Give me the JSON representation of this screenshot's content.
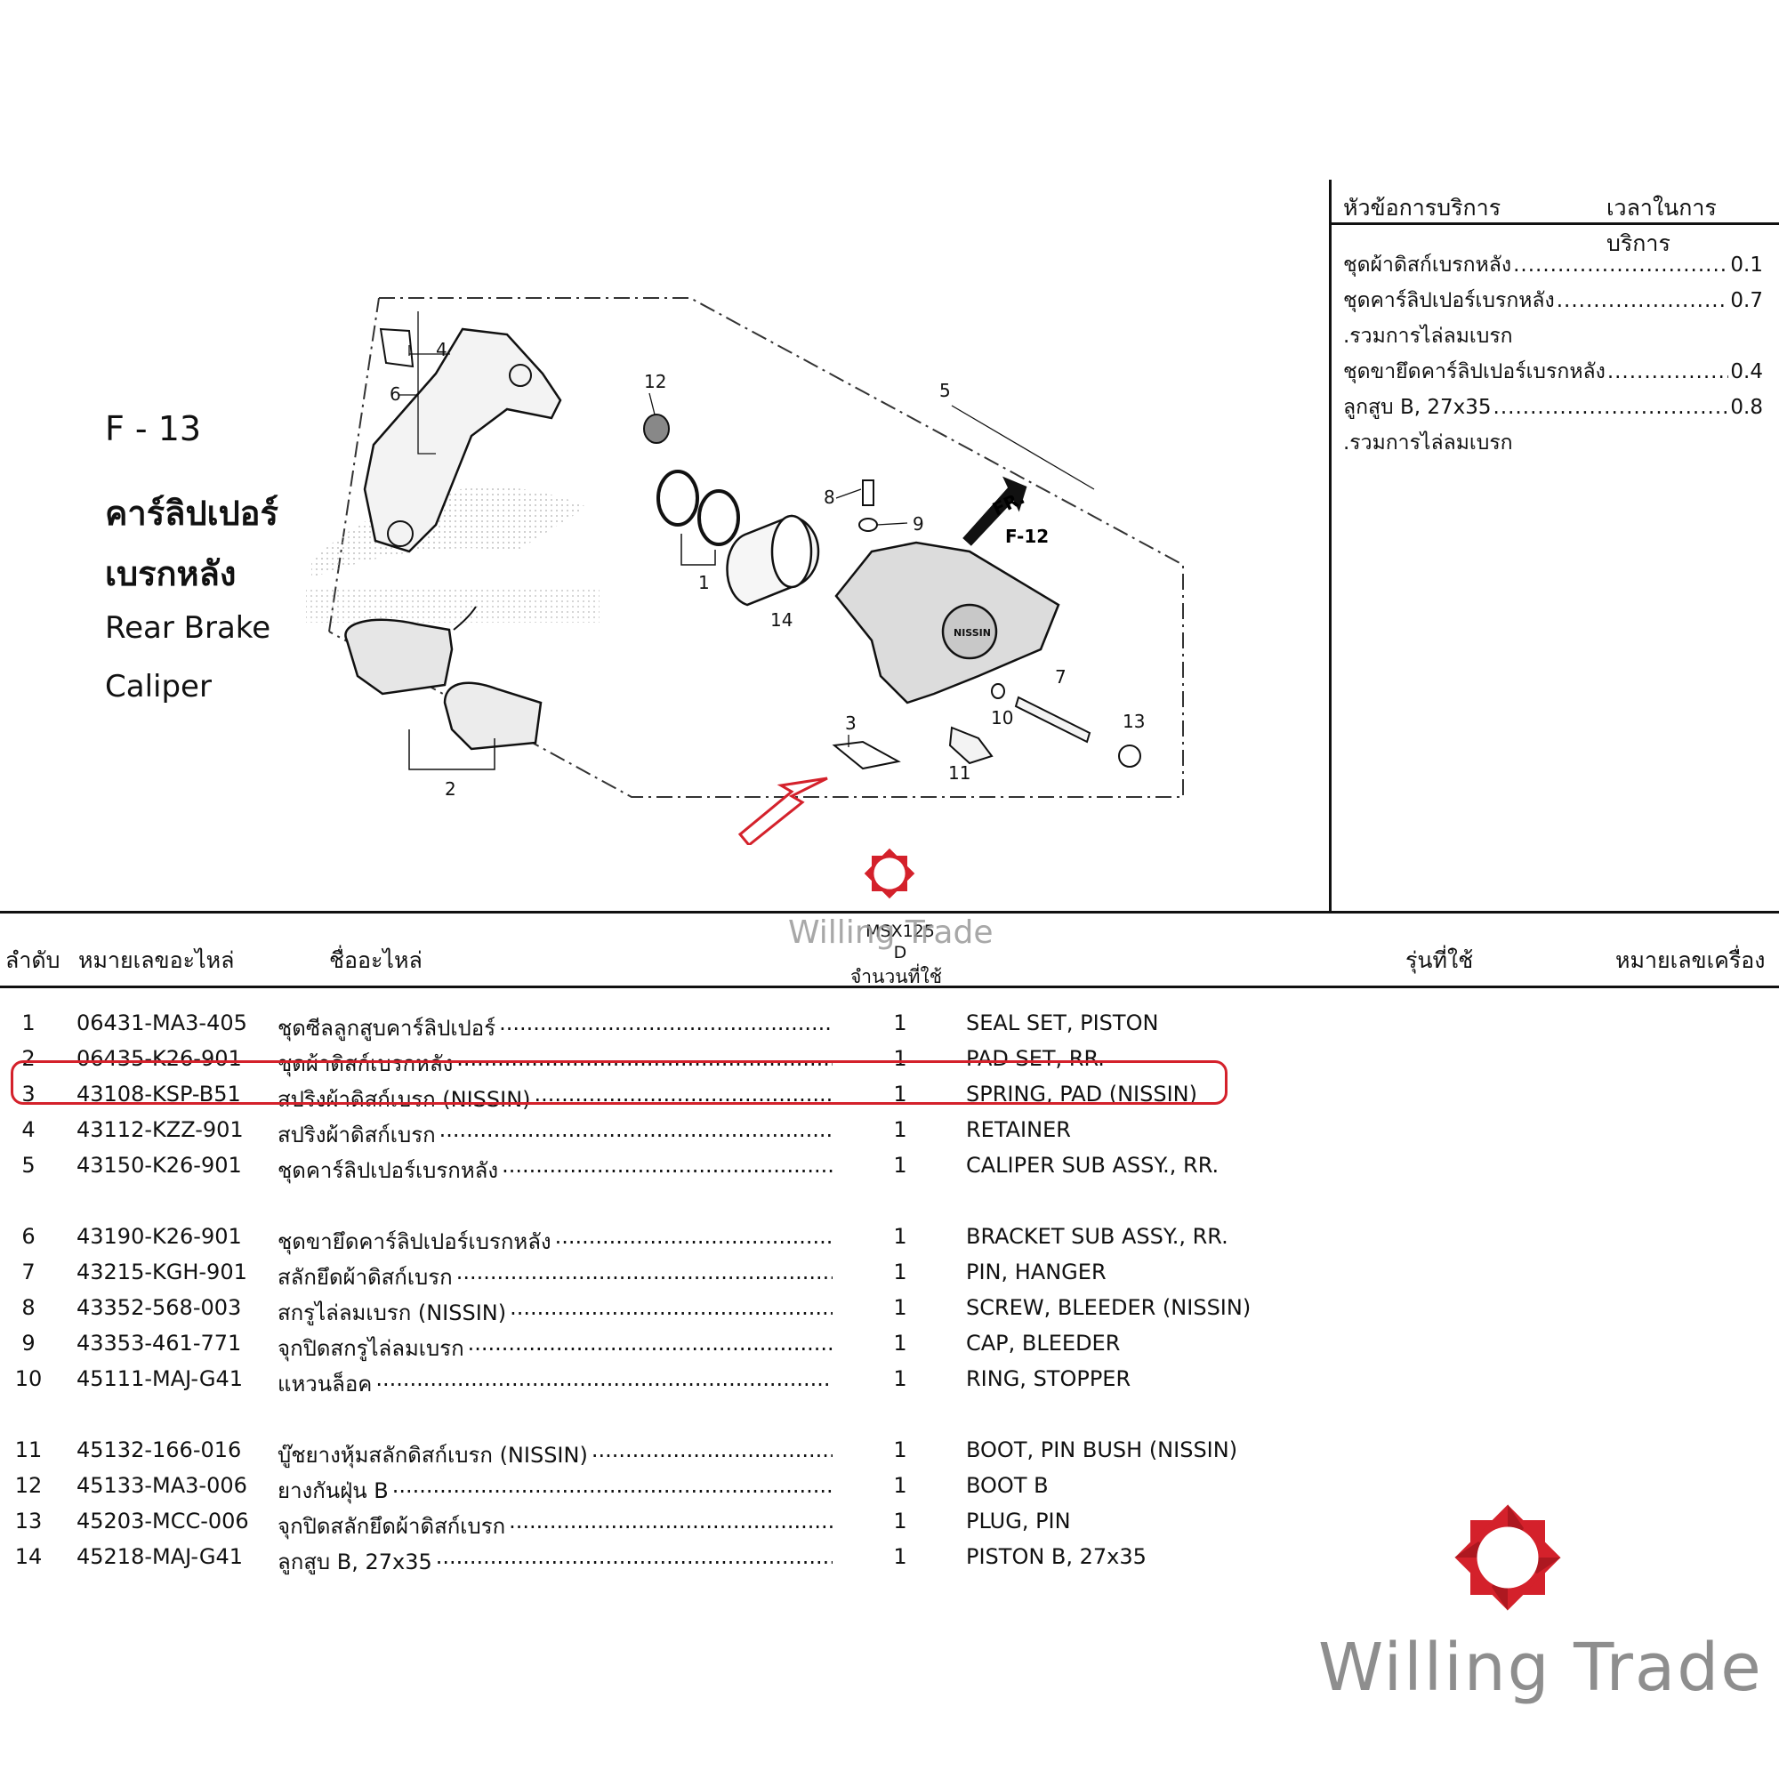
{
  "figure": {
    "code": "F - 13",
    "title_th_line1": "คาร์ลิปเปอร์",
    "title_th_line2": "เบรกหลัง",
    "title_en_line1": "Rear Brake",
    "title_en_line2": "Caliper"
  },
  "service_panel": {
    "header_left": "หัวข้อการบริการ",
    "header_right": "เวลาในการบริการ",
    "items": [
      {
        "label": "ชุดผ้าดิสก์เบรกหลัง",
        "time": "0.1",
        "note": ""
      },
      {
        "label": "ชุดคาร์ลิปเปอร์เบรกหลัง",
        "time": "0.7",
        "note": ".รวมการไล่ลมเบรก"
      },
      {
        "label": "ชุดขายึดคาร์ลิปเปอร์เบรกหลัง",
        "time": "0.4",
        "note": ""
      },
      {
        "label": "ลูกสูบ B, 27x35",
        "time": "0.8",
        "note": ".รวมการไล่ลมเบรก"
      }
    ]
  },
  "diagram": {
    "ref_label": "F-12",
    "front_label": "FR.",
    "callouts": [
      "1",
      "2",
      "3",
      "4",
      "5",
      "6",
      "7",
      "8",
      "9",
      "10",
      "11",
      "12",
      "13",
      "14"
    ],
    "caliper_brand": "NISSIN"
  },
  "table": {
    "headers": {
      "no": "ลำดับ",
      "part_no": "หมายเลขอะไหล่",
      "name": "ชื่ออะไหล่",
      "model": "MSX125",
      "model_sub": "D",
      "qty": "จำนวนที่ใช้",
      "models_used": "รุ่นที่ใช้",
      "engine_no": "หมายเลขเครื่อง"
    },
    "rows": [
      {
        "no": "1",
        "part": "06431-MA3-405",
        "name_th": "ชุดซีลลูกสูบคาร์ลิปเปอร์",
        "qty": "1",
        "name_en": "SEAL SET, PISTON"
      },
      {
        "no": "2",
        "part": "06435-K26-901",
        "name_th": "ชุดผ้าดิสก์เบรกหลัง",
        "qty": "1",
        "name_en": "PAD SET, RR."
      },
      {
        "no": "3",
        "part": "43108-KSP-B51",
        "name_th": "สปริงผ้าดิสก์เบรก (NISSIN)",
        "qty": "1",
        "name_en": "SPRING, PAD (NISSIN)"
      },
      {
        "no": "4",
        "part": "43112-KZZ-901",
        "name_th": "สปริงผ้าดิสก์เบรก",
        "qty": "1",
        "name_en": "RETAINER"
      },
      {
        "no": "5",
        "part": "43150-K26-901",
        "name_th": "ชุดคาร์ลิปเปอร์เบรกหลัง",
        "qty": "1",
        "name_en": "CALIPER SUB ASSY., RR."
      },
      {
        "no": "6",
        "part": "43190-K26-901",
        "name_th": "ชุดขายึดคาร์ลิปเปอร์เบรกหลัง",
        "qty": "1",
        "name_en": "BRACKET SUB ASSY., RR."
      },
      {
        "no": "7",
        "part": "43215-KGH-901",
        "name_th": "สลักยึดผ้าดิสก์เบรก",
        "qty": "1",
        "name_en": "PIN, HANGER"
      },
      {
        "no": "8",
        "part": "43352-568-003",
        "name_th": "สกรูไล่ลมเบรก (NISSIN)",
        "qty": "1",
        "name_en": "SCREW, BLEEDER (NISSIN)"
      },
      {
        "no": "9",
        "part": "43353-461-771",
        "name_th": "จุกปิดสกรูไล่ลมเบรก",
        "qty": "1",
        "name_en": "CAP, BLEEDER"
      },
      {
        "no": "10",
        "part": "45111-MAJ-G41",
        "name_th": "แหวนล็อค",
        "qty": "1",
        "name_en": "RING, STOPPER"
      },
      {
        "no": "11",
        "part": "45132-166-016",
        "name_th": "บู๊ชยางหุ้มสลักดิสก์เบรก (NISSIN)",
        "qty": "1",
        "name_en": "BOOT, PIN BUSH (NISSIN)"
      },
      {
        "no": "12",
        "part": "45133-MA3-006",
        "name_th": "ยางกันฝุ่น B",
        "qty": "1",
        "name_en": "BOOT B"
      },
      {
        "no": "13",
        "part": "45203-MCC-006",
        "name_th": "จุกปิดสลักยึดผ้าดิสก์เบรก",
        "qty": "1",
        "name_en": "PLUG, PIN"
      },
      {
        "no": "14",
        "part": "45218-MAJ-G41",
        "name_th": "ลูกสูบ B, 27x35",
        "qty": "1",
        "name_en": "PISTON B, 27x35"
      }
    ]
  },
  "watermark": {
    "brand": "Willing Trade",
    "color": "#d4212b"
  },
  "colors": {
    "highlight": "#d4212b",
    "text": "#111111",
    "logo_text": "#8e8e8e"
  }
}
